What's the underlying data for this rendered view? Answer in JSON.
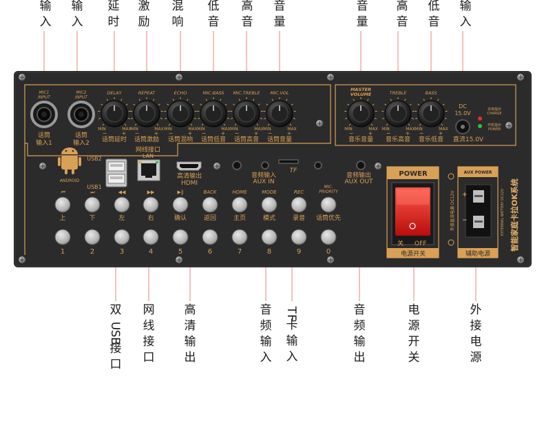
{
  "callouts_top": [
    {
      "id": "mic1",
      "text": "输入"
    },
    {
      "id": "mic2",
      "text": "输入"
    },
    {
      "id": "delay",
      "text": "延时"
    },
    {
      "id": "repeat",
      "text": "激励"
    },
    {
      "id": "echo",
      "text": "混响"
    },
    {
      "id": "bass",
      "text": "低音"
    },
    {
      "id": "treble",
      "text": "高音"
    },
    {
      "id": "vol",
      "text": "音量"
    },
    {
      "id": "master",
      "text": "音量"
    },
    {
      "id": "mtreble",
      "text": "高音"
    },
    {
      "id": "mbass",
      "text": "低音"
    },
    {
      "id": "dc",
      "text": "输入"
    }
  ],
  "callouts_bottom": [
    {
      "id": "usb",
      "text": "双USB接口"
    },
    {
      "id": "lan",
      "text": "网线接口"
    },
    {
      "id": "hdmi",
      "text": "高清输出"
    },
    {
      "id": "auxin",
      "text": "音频输入"
    },
    {
      "id": "tf",
      "text": "TF卡输入"
    },
    {
      "id": "auxout",
      "text": "音频输出"
    },
    {
      "id": "power",
      "text": "电源开关"
    },
    {
      "id": "extpower",
      "text": "外接电源"
    }
  ],
  "panel": {
    "mic_inputs": [
      {
        "en": "MIC1 INPUT",
        "cn": "话筒输入1"
      },
      {
        "en": "MIC2 INPUT",
        "cn": "话筒输入2"
      }
    ],
    "mic_knobs": [
      {
        "en": "DELAY",
        "cn": "话筒延时"
      },
      {
        "en": "REPEAT",
        "cn": "话筒激励"
      },
      {
        "en": "ECHO",
        "cn": "话筒混响"
      },
      {
        "en": "MIC.BASS",
        "cn": "话筒低音"
      },
      {
        "en": "MIC.TREBLE",
        "cn": "话筒高音"
      },
      {
        "en": "MIC.VOL",
        "cn": "话筒音量"
      }
    ],
    "music_knobs": [
      {
        "en": "MASTER VOLUME",
        "cn": "音乐音量"
      },
      {
        "en": "TREBLE",
        "cn": "音乐高音"
      },
      {
        "en": "BASS",
        "cn": "音乐低音"
      }
    ],
    "knob_min": "MIN",
    "knob_max": "MAX",
    "dc_label": "DC 15.0V",
    "dc_cn": "直流15.0V",
    "charge_label": "充电指示 CHARGE",
    "power_ind_label": "开机指示 POWER",
    "android_label": "ANDROID",
    "usb2": "USB2",
    "usb1": "USB1",
    "lan_cn": "网线接口",
    "lan_en": "LAN",
    "hdmi_cn": "高清输出",
    "hdmi_en": "HDMI",
    "auxin_cn": "音频输入",
    "auxin_en": "AUX IN",
    "tf_label": "TF",
    "auxout_cn": "音频输出",
    "auxout_en": "AUX OUT",
    "func_top_labels": [
      "⏮",
      "⏭",
      "◀◀",
      "▶▶",
      "▶‖",
      "BACK",
      "HOME",
      "MODE",
      "REC",
      "MIC PRIORITY"
    ],
    "func_buttons": [
      "上",
      "下",
      "左",
      "右",
      "确认",
      "返回",
      "主页",
      "模式",
      "录音",
      "话筒优先"
    ],
    "num_buttons": [
      "1",
      "2",
      "3",
      "4",
      "5",
      "6",
      "7",
      "8",
      "9",
      "0"
    ],
    "power_title": "POWER",
    "power_off_cn": "关",
    "power_off": "OFF",
    "power_cn": "电源开关",
    "aux_power_title": "AUX POWER",
    "aux_power_cn": "辅助电源",
    "aux_power_side_cn": "外接直流电源 DC12V",
    "aux_power_side_en": "EXTERNAL BATTERY DC12V",
    "brand_side": "智能家庭卡拉OK系统"
  },
  "colors": {
    "panel": "#2b2b2b",
    "accent": "#d9a057",
    "callout_line": "#e8837a",
    "switch_red": "#e02020"
  }
}
